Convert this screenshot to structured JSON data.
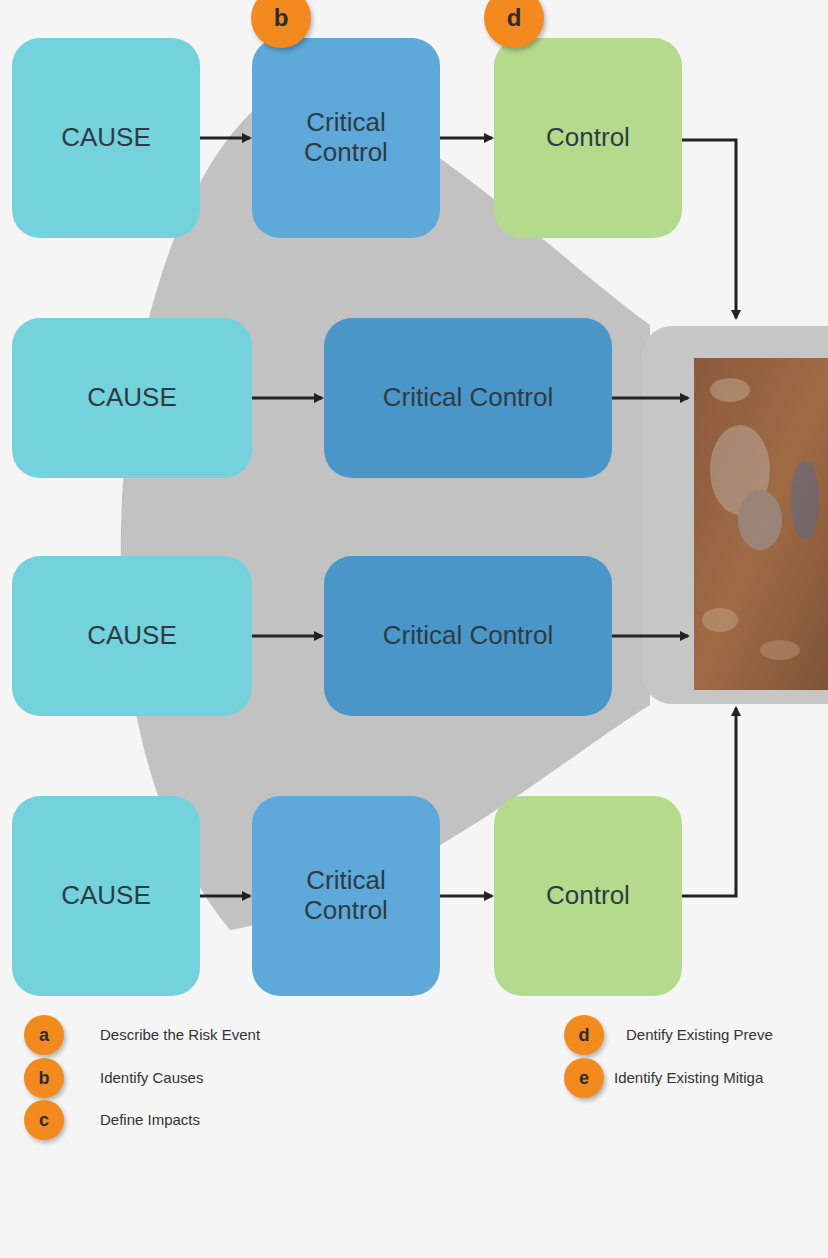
{
  "diagram": {
    "nodes": [
      {
        "text": [
          "CAUSE"
        ]
      },
      {
        "text": [
          "Critical Control"
        ]
      },
      {
        "text": [
          "Control"
        ]
      },
      {
        "text": [
          "CAUSE"
        ]
      },
      {
        "text": [
          "Critical Control"
        ]
      },
      {
        "text": [
          "CAUSE"
        ]
      },
      {
        "text": [
          "Critical Control"
        ]
      },
      {
        "text": [
          "CAUSE"
        ]
      },
      {
        "text": [
          "Critical Control"
        ]
      },
      {
        "text": [
          "Control"
        ]
      }
    ],
    "edges": [
      {
        "from": 0,
        "to": 1,
        "arrow": "to"
      },
      {
        "from": 1,
        "to": 2,
        "arrow": "to"
      },
      {
        "from": 3,
        "to": 4,
        "arrow": "to"
      },
      {
        "from": 5,
        "to": 6,
        "arrow": "to"
      },
      {
        "from": 7,
        "to": 8,
        "arrow": "to"
      },
      {
        "from": 8,
        "to": 9,
        "arrow": "to"
      }
    ],
    "labels": [
      "b",
      "d",
      "a",
      "Describe the Risk Event",
      "b",
      "Identify Causes",
      "c",
      "Define Impacts",
      "d",
      "Dentify Existing Preve",
      "e",
      "Identify Existing Mitiga"
    ]
  }
}
